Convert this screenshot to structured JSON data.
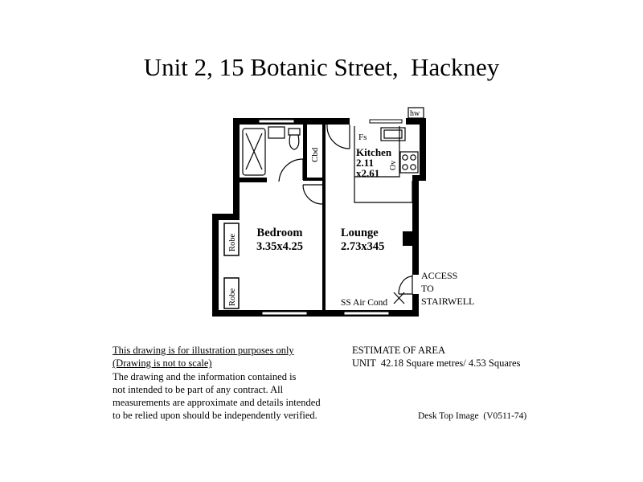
{
  "title": "Unit 2, 15 Botanic Street,  Hackney",
  "plan": {
    "rooms": [
      {
        "name": "Bedroom",
        "size": "3.35x4.25"
      },
      {
        "name": "Lounge",
        "size": "2.73x345"
      },
      {
        "name": "Kitchen",
        "size_line1": "2.11",
        "size_line2": "x2.61"
      }
    ],
    "labels": {
      "cupboard": "Cbd",
      "robe_upper": "Robe",
      "robe_lower": "Robe",
      "fridge_space": "Fs",
      "oven": "Ov",
      "hot_water": "hw",
      "air_cond": "SS Air Cond",
      "access_line1": "ACCESS",
      "access_line2": "TO",
      "access_line3": "STAIRWELL"
    }
  },
  "disclaimer": {
    "heading1": "This drawing is for illustration purposes only",
    "heading2": "(Drawing is not to scale)",
    "lines": [
      "The drawing and the information contained is",
      "not intended to be part of any contract.  All",
      "measurements are approximate and details intended",
      "to be relied upon should be independently verified."
    ]
  },
  "area": {
    "heading": "ESTIMATE OF AREA",
    "line": "UNIT  42.18 Square metres/ 4.53 Squares"
  },
  "reference": "Desk Top Image  (V0511-74)"
}
